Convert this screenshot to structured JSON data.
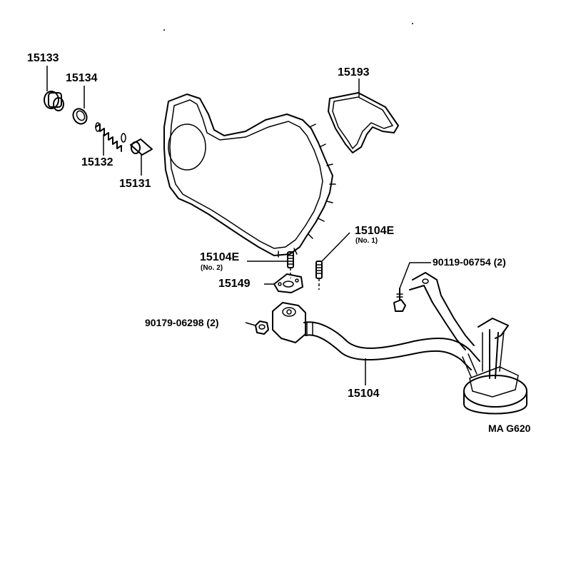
{
  "labels": {
    "p15133": "15133",
    "p15134": "15134",
    "p15132": "15132",
    "p15131": "15131",
    "p15193": "15193",
    "p15104e_no1": "15104E",
    "p15104e_no1_sub": "(No. 1)",
    "p15104e_no2": "15104E",
    "p15104e_no2_sub": "(No. 2)",
    "p15149": "15149",
    "p90119": "90119-06754 (2)",
    "p90179": "90179-06298 (2)",
    "p15104": "15104",
    "code": "MA G620"
  }
}
